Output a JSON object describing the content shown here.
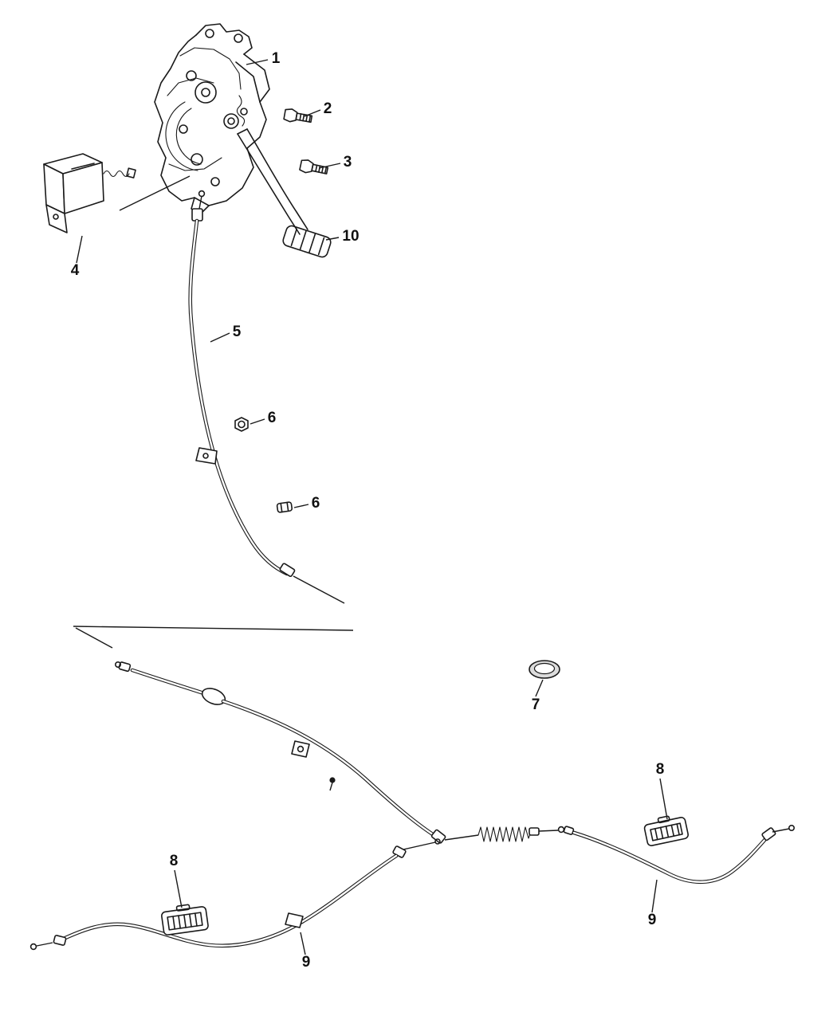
{
  "page": {
    "background": "#ffffff",
    "line_color": "#1a1a1a"
  },
  "diagram": {
    "type": "exploded-parts-diagram",
    "callouts": [
      {
        "id": "1",
        "label": "1"
      },
      {
        "id": "2",
        "label": "2"
      },
      {
        "id": "3",
        "label": "3"
      },
      {
        "id": "4",
        "label": "4"
      },
      {
        "id": "10",
        "label": "10"
      },
      {
        "id": "5",
        "label": "5"
      },
      {
        "id": "6a",
        "label": "6"
      },
      {
        "id": "6b",
        "label": "6"
      },
      {
        "id": "7",
        "label": "7"
      },
      {
        "id": "8a",
        "label": "8"
      },
      {
        "id": "8b",
        "label": "8"
      },
      {
        "id": "9a",
        "label": "9"
      },
      {
        "id": "9b",
        "label": "9"
      }
    ]
  }
}
